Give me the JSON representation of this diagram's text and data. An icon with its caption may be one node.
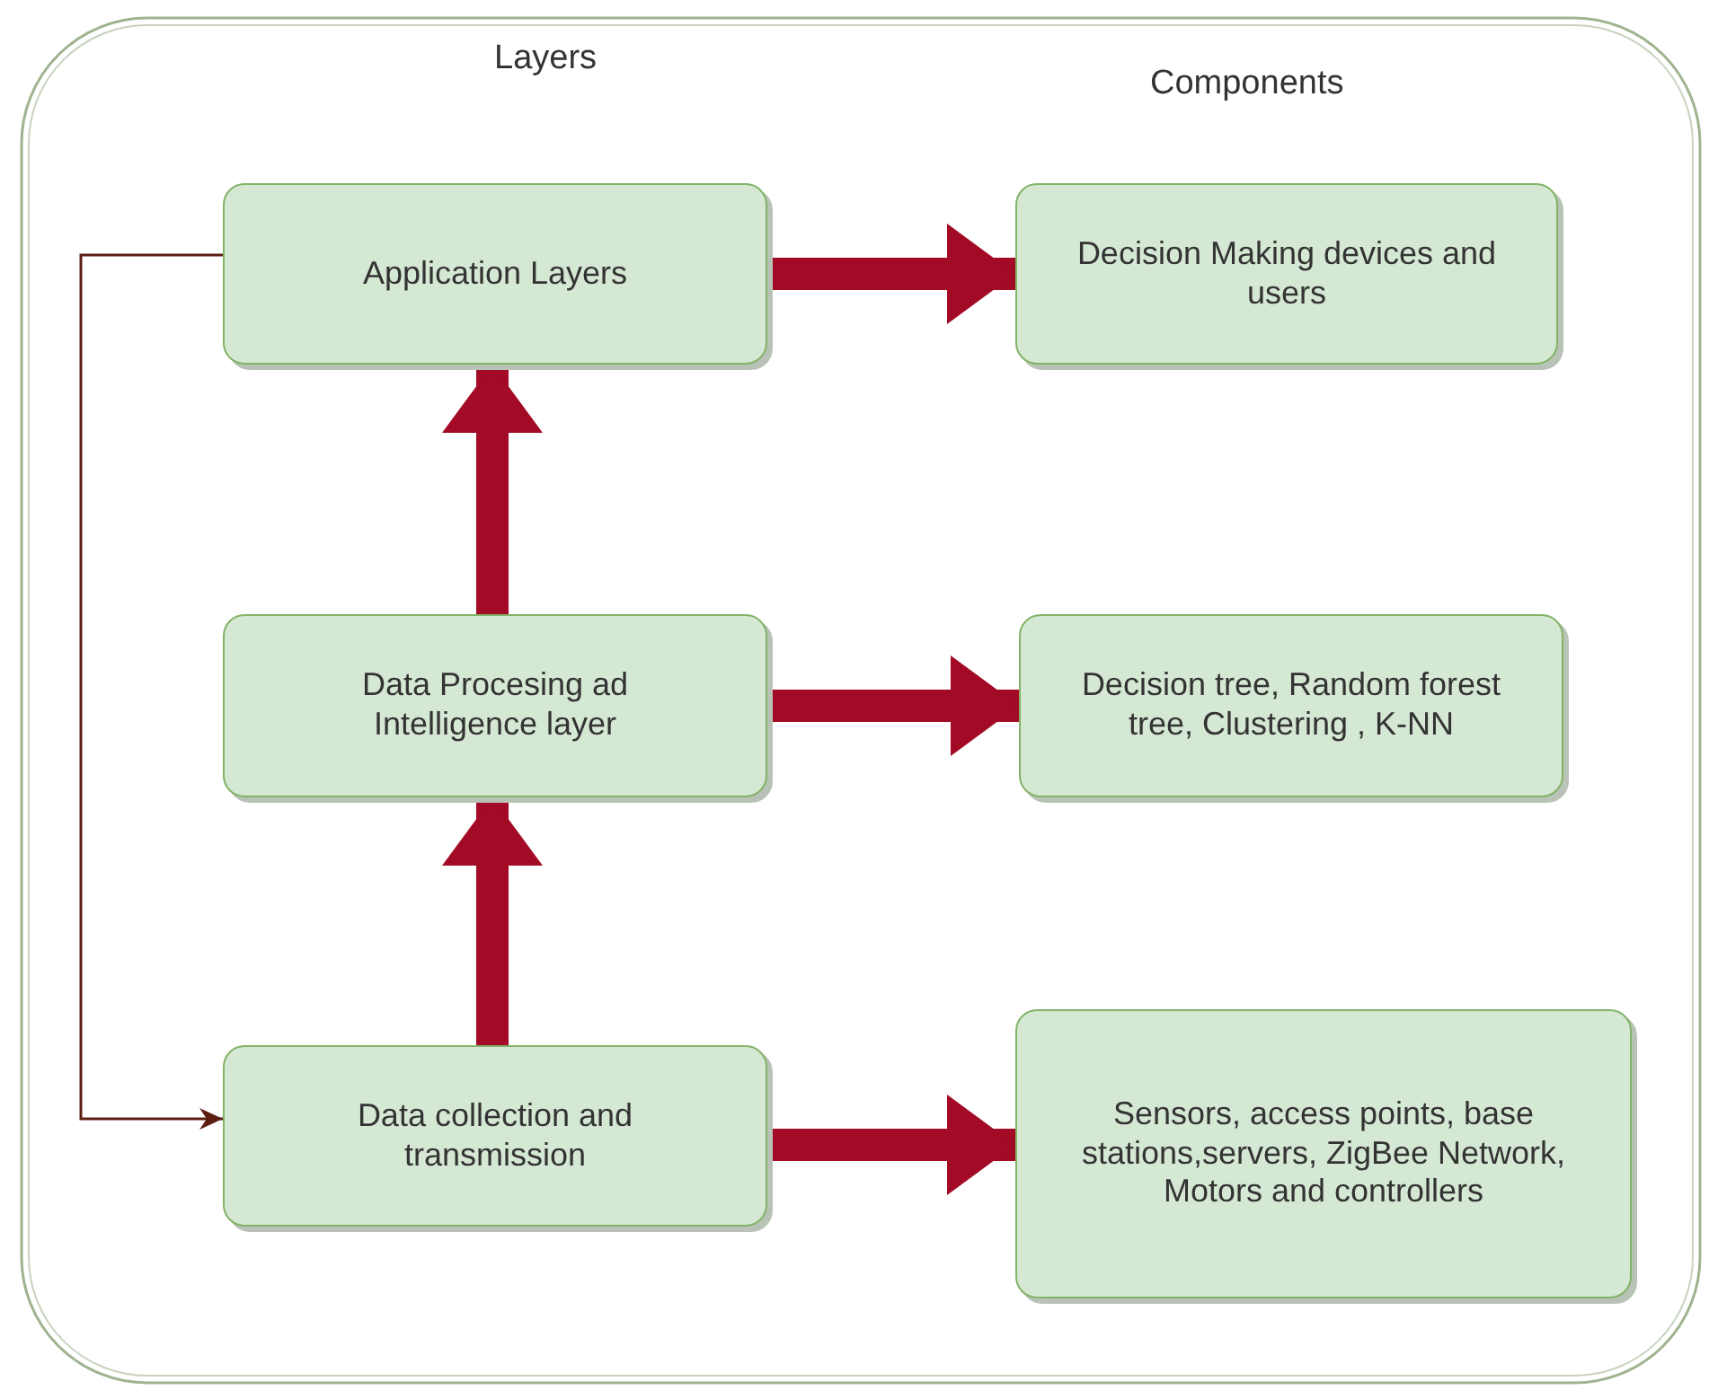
{
  "diagram": {
    "nodes": [
      {
        "text": [
          "Application Layers"
        ]
      },
      {
        "text": [
          "Decision Making devices and users"
        ]
      },
      {
        "text": [
          "Data Procesing ad Intelligence layer"
        ]
      },
      {
        "text": [
          "Decision tree, Random forest tree, Clustering , K-NN"
        ]
      },
      {
        "text": [
          "Data collection and transmission"
        ]
      },
      {
        "text": [
          "Sensors, access points, base stations,servers, ZigBee Network, Motors and controllers"
        ]
      }
    ],
    "edges": [
      {
        "from": 0,
        "to": 1,
        "arrow": "to"
      },
      {
        "from": 2,
        "to": 0,
        "arrow": "to"
      },
      {
        "from": 2,
        "to": 3,
        "arrow": "to"
      },
      {
        "from": 4,
        "to": 2,
        "arrow": "to"
      },
      {
        "from": 4,
        "to": 5,
        "arrow": "to"
      },
      {
        "from": 0,
        "to": 4,
        "arrow": "to",
        "color": "#5c1e12"
      }
    ],
    "labels": [
      "Layers",
      "Components"
    ]
  }
}
